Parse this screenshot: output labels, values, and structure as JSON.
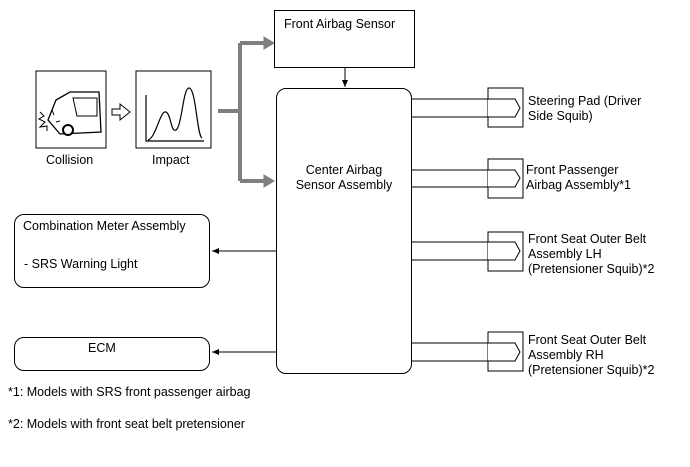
{
  "diagram": {
    "front_airbag_sensor": "Front Airbag Sensor",
    "collision_label": "Collision",
    "impact_label": "Impact",
    "center_sensor": "Center Airbag\nSensor Assembly",
    "meter_title": "Combination Meter Assembly",
    "meter_item": "- SRS Warning Light",
    "ecm": "ECM",
    "outputs": {
      "steering": "Steering Pad (Driver\nSide Squib)",
      "passenger": "Front Passenger\nAirbag Assembly*1",
      "seat_lh": "Front Seat Outer Belt\nAssembly LH\n(Pretensioner Squib)*2",
      "seat_rh": "Front Seat Outer Belt\nAssembly RH\n(Pretensioner Squib)*2"
    },
    "footnotes": {
      "note1": "*1: Models with SRS front passenger airbag",
      "note2": "*2: Models with front seat belt pretensioner"
    }
  }
}
